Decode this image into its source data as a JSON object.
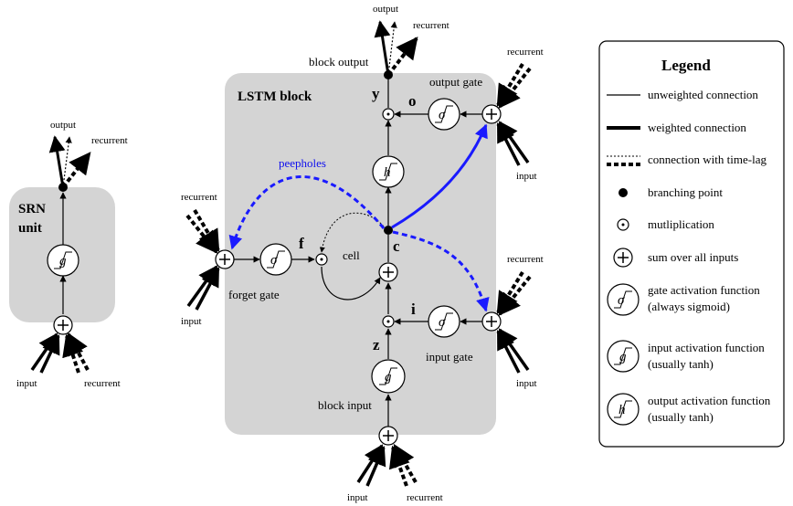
{
  "srn": {
    "title_line1": "SRN",
    "title_line2": "unit",
    "output": "output",
    "recurrent_top": "recurrent",
    "input": "input",
    "recurrent_bottom": "recurrent",
    "g_symbol": "g"
  },
  "lstm": {
    "title": "LSTM block",
    "block_output": "block output",
    "output_top": "output",
    "recurrent_top": "recurrent",
    "output_gate": "output gate",
    "input_gate": "input gate",
    "forget_gate": "forget gate",
    "block_input": "block input",
    "peepholes": "peepholes",
    "cell": "cell",
    "y": "y",
    "o": "o",
    "c": "c",
    "f": "f",
    "i": "i",
    "z": "z",
    "sigma": "σ",
    "g": "g",
    "h": "h",
    "og_recurrent": "recurrent",
    "og_input": "input",
    "ig_recurrent": "recurrent",
    "ig_input": "input",
    "fg_recurrent": "recurrent",
    "fg_input": "input",
    "bi_input": "input",
    "bi_recurrent": "recurrent"
  },
  "legend": {
    "title": "Legend",
    "items": [
      "unweighted connection",
      "weighted connection",
      "connection with time-lag",
      "branching point",
      "mutliplication",
      "sum over all inputs"
    ],
    "gate_line1": "gate activation function",
    "gate_line2": "(always sigmoid)",
    "input_line1": "input activation function",
    "input_line2": "(usually tanh)",
    "output_line1": "output activation function",
    "output_line2": "(usually tanh)"
  },
  "colors": {
    "block_fill": "#d4d4d4",
    "peephole_blue": "#1a1aff"
  }
}
